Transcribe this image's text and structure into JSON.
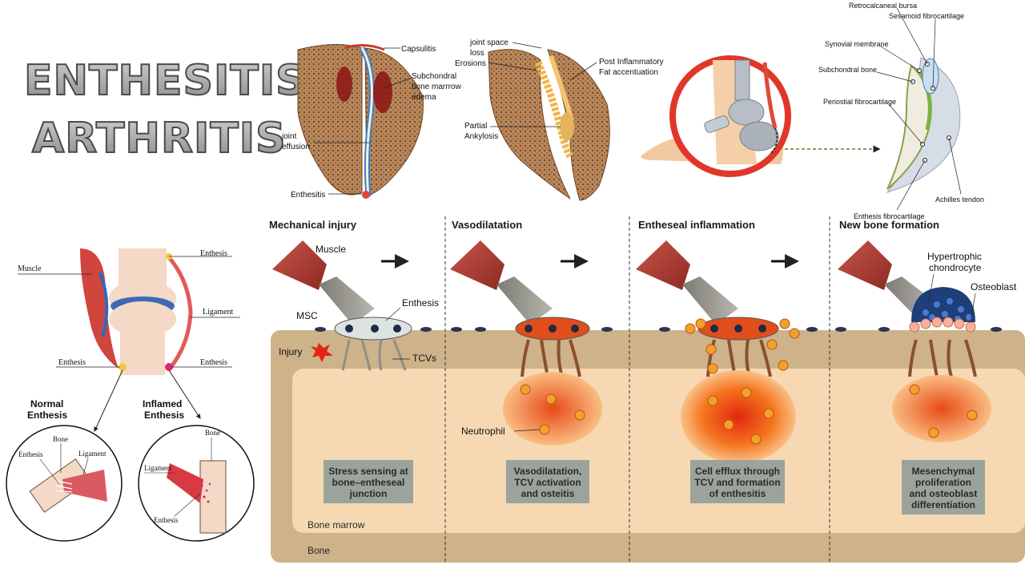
{
  "title": {
    "line1": "ENTHESITIS",
    "line2": "ARTHRITIS"
  },
  "joint_sections": {
    "left_labels": {
      "capsulitis": "Capsulitis",
      "subchondral": [
        "Subchondral",
        "bone marrrow",
        "edema"
      ],
      "joint_effusion": [
        "joint",
        "effusion"
      ],
      "enthesitis": "Enthesitis"
    },
    "right_labels": {
      "joint_space": [
        "joint space",
        "loss"
      ],
      "erosions": "Erosions",
      "post_inflammatory": [
        "Post Inflammatory",
        "Fat accentuation"
      ],
      "partial_ankylosis": [
        "Partial",
        "Ankylosis"
      ]
    }
  },
  "heel_diagram": {
    "labels": {
      "retrocalcaneal": "Retrocalcaneal bursa",
      "sesamoid": "Sesamoid fibrocartilage",
      "synovial": "Synovial membrane",
      "subchondral": "Subchondral bone",
      "periostial": "Periostial fibrocartilage",
      "achilles": "Achilles tendon",
      "enthesis_fibro": "Enthesis fibrocartilage"
    },
    "colors": {
      "ring": "#e0372a",
      "tendon": "#dc4a3a",
      "bone": "#b8bec6"
    }
  },
  "joint_schematic": {
    "labels": {
      "muscle": "Muscle",
      "enthesis_tr": "Enthesis",
      "ligament": "Ligament",
      "enthesis_bl": "Enthesis",
      "enthesis_br": "Enthesis"
    },
    "normal": {
      "heading": [
        "Normal",
        "Enthesis"
      ],
      "bone": "Bone",
      "enthesis": "Enthesis",
      "ligament": "Ligament"
    },
    "inflamed": {
      "heading": [
        "Inflamed",
        "Enthesis"
      ],
      "bone": "Bone",
      "ligament": "Ligament",
      "enthesis": "Enthesis"
    }
  },
  "pathway": {
    "stages": [
      {
        "title": "Mechanical injury",
        "box": [
          "Stress sensing at",
          "bone–entheseal",
          "junction"
        ]
      },
      {
        "title": "Vasodilatation",
        "box": [
          "Vasodilatation,",
          "TCV activation",
          "and osteitis"
        ]
      },
      {
        "title": "Entheseal inflammation",
        "box": [
          "Cell efflux through",
          "TCV and formation",
          "of enthesitis"
        ]
      },
      {
        "title": "New bone formation",
        "box": [
          "Mesenchymal",
          "proliferation",
          "and osteoblast",
          "differentiation"
        ]
      }
    ],
    "labels": {
      "muscle": "Muscle",
      "enthesis": "Enthesis",
      "msc": "MSC",
      "injury": "Injury",
      "tcvs": "TCVs",
      "neutrophil": "Neutrophil",
      "hypertrophic": [
        "Hypertrophic",
        "chondrocyte"
      ],
      "osteoblast": "Osteoblast",
      "bone_marrow": "Bone marrow",
      "bone": "Bone"
    },
    "colors": {
      "bone": "#cdb28a",
      "marrow": "#f6d9b2",
      "inflammation": "#f05a1e",
      "muscle": "#b8433a"
    }
  }
}
